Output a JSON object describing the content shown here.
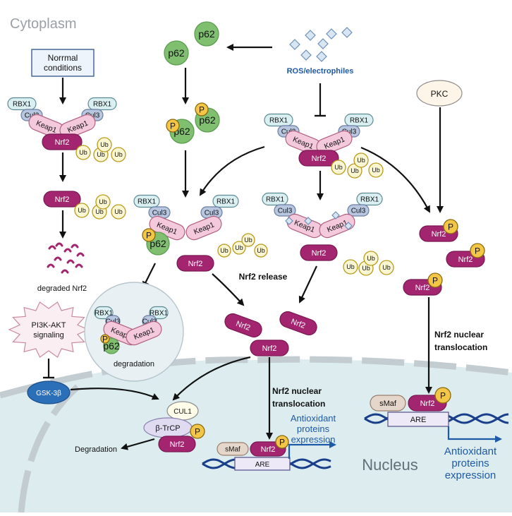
{
  "regions": {
    "cytoplasm": "Cytoplasm",
    "nucleus": "Nucleus"
  },
  "labels": {
    "normal_conditions": [
      "Norrmal",
      "conditions"
    ],
    "ros": "ROS/electrophiles",
    "pkc": "PKC",
    "degraded_nrf2": "degraded Nrf2",
    "degradation_inset": "degradation",
    "nrf2_release": "Nrf2 release",
    "pi3k_akt": [
      "PI3K-AKT",
      "signaling"
    ],
    "gsk3b": "GSK-3β",
    "degradation_main": "Degradation",
    "nuclear_translocation_center": [
      "Nrf2 nuclear",
      "translocation"
    ],
    "nuclear_translocation_right": [
      "Nrf2 nuclear",
      "translocation"
    ],
    "antioxidant_center": [
      "Antioxidant",
      "proteins",
      "expression"
    ],
    "antioxidant_right": [
      "Antioxidant",
      "proteins",
      "expression"
    ]
  },
  "molecules": {
    "rbx1": "RBX1",
    "cul3": "Cul3",
    "keap1": "Keap1",
    "nrf2": "Nrf2",
    "ub": "Ub",
    "p62": "p62",
    "p": "P",
    "cul1": "CUL1",
    "btrcp": "β-TrCP",
    "smaf": "sMaf",
    "are": "ARE"
  },
  "colors": {
    "nrf2": "#a3256f",
    "keap1": "#f4c9dc",
    "rbx1": "#d9eff2",
    "cul3": "#b8c7df",
    "ub": "#fbf6d2",
    "ub_border": "#b79a1b",
    "p62": "#7fbf6f",
    "phospho": "#f3c648",
    "nucleus": "#dcecef",
    "accent_blue": "#1f5aa6",
    "gsk": "#2c6fb9",
    "dna": "#1a3f8a"
  }
}
